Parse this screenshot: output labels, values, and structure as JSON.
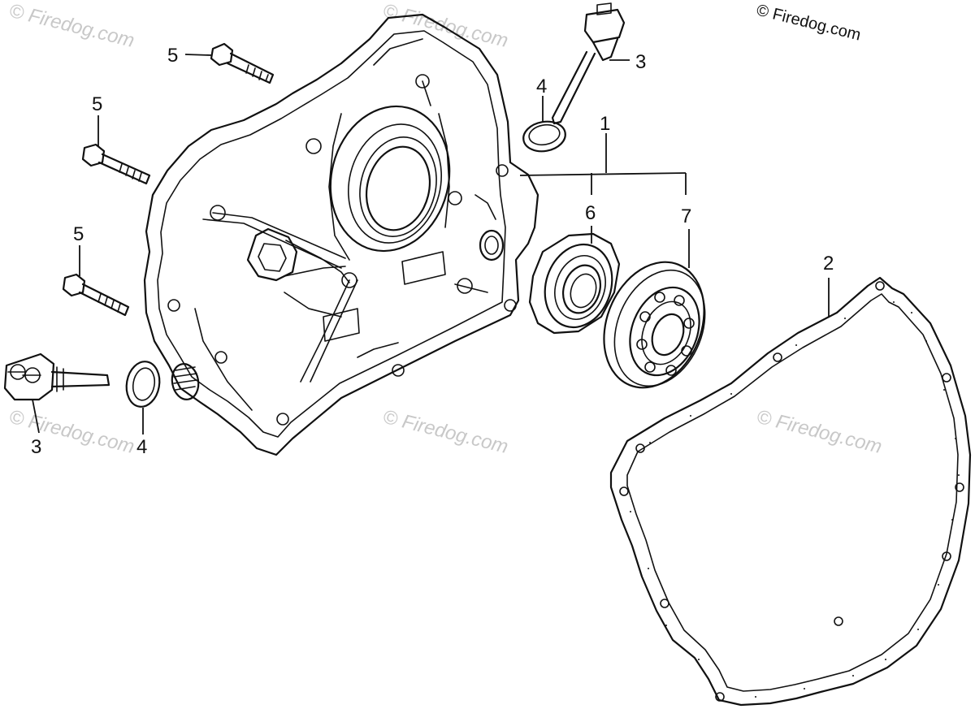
{
  "watermark": {
    "text": "© Firedog.com",
    "corner_text": "© Firedog.com"
  },
  "callouts": {
    "c1": "1",
    "c2": "2",
    "c3_top": "3",
    "c3_bottom": "3",
    "c4_top": "4",
    "c4_bottom": "4",
    "c5_a": "5",
    "c5_b": "5",
    "c5_c": "5",
    "c6": "6",
    "c7": "7"
  }
}
